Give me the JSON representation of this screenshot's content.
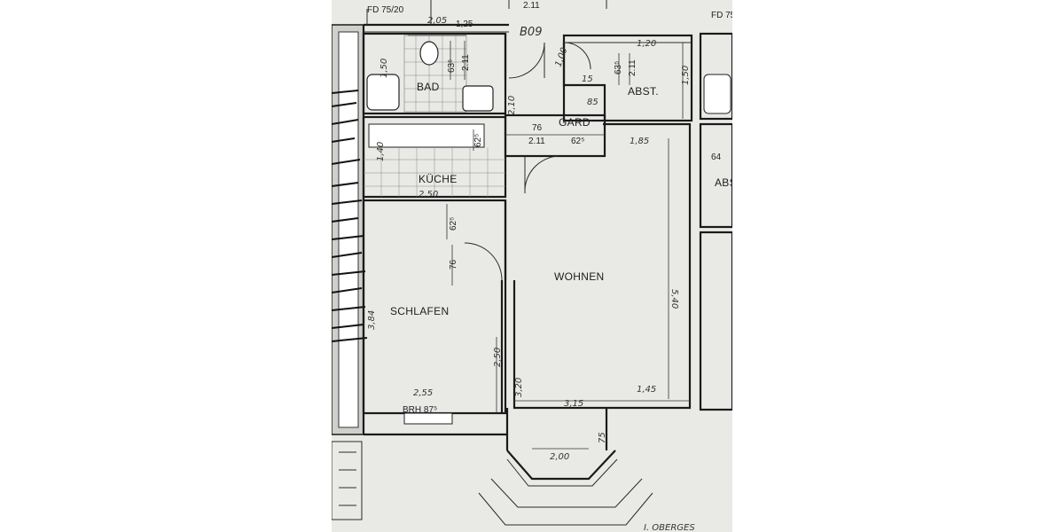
{
  "sheet_labels": {
    "top_left_ref": "FD 75/20",
    "top_right_ref": "FD 75",
    "unit_no": "B09",
    "bottom_note": "I. OBERGES",
    "top_dim": "2.11"
  },
  "rooms": {
    "bad": "BAD",
    "abst_1": "ABST.",
    "abst_2": "ABS",
    "gard": "GARD",
    "kueche": "KÜCHE",
    "wohnen": "WOHNEN",
    "schlafen": "SCHLAFEN"
  },
  "dimensions": {
    "bad_top": "2,05",
    "bad_side": "1,25",
    "bad_635": "63⁵",
    "bad_211": "2.11",
    "bad_left": "1,50",
    "bad_210": "2,10",
    "abst_top": "1,20",
    "abst_635": "63⁵",
    "abst_211": "2.11",
    "abst_150": "1,50",
    "abst_15": "15",
    "abst_85": "85",
    "gard_76": "76",
    "gard_211": "2.11",
    "gard_625": "62⁵",
    "gard_100": "1,00",
    "wohnen_185": "1,85",
    "right_64": "64",
    "kueche_625": "62⁵",
    "kueche_left": "1,40",
    "kueche_bottom": "2,50",
    "schlafen_625": "62⁵",
    "schlafen_76": "76",
    "wohnen_540": "5,40",
    "schlafen_384": "3,84",
    "schlafen_250": "2,50",
    "schlafen_255": "2,55",
    "brh": "BRH 87⁵",
    "wohnen_320": "3,20",
    "wohnen_315": "3,15",
    "wohnen_145": "1,45",
    "bay_200": "2,00",
    "bay_75": "75"
  }
}
